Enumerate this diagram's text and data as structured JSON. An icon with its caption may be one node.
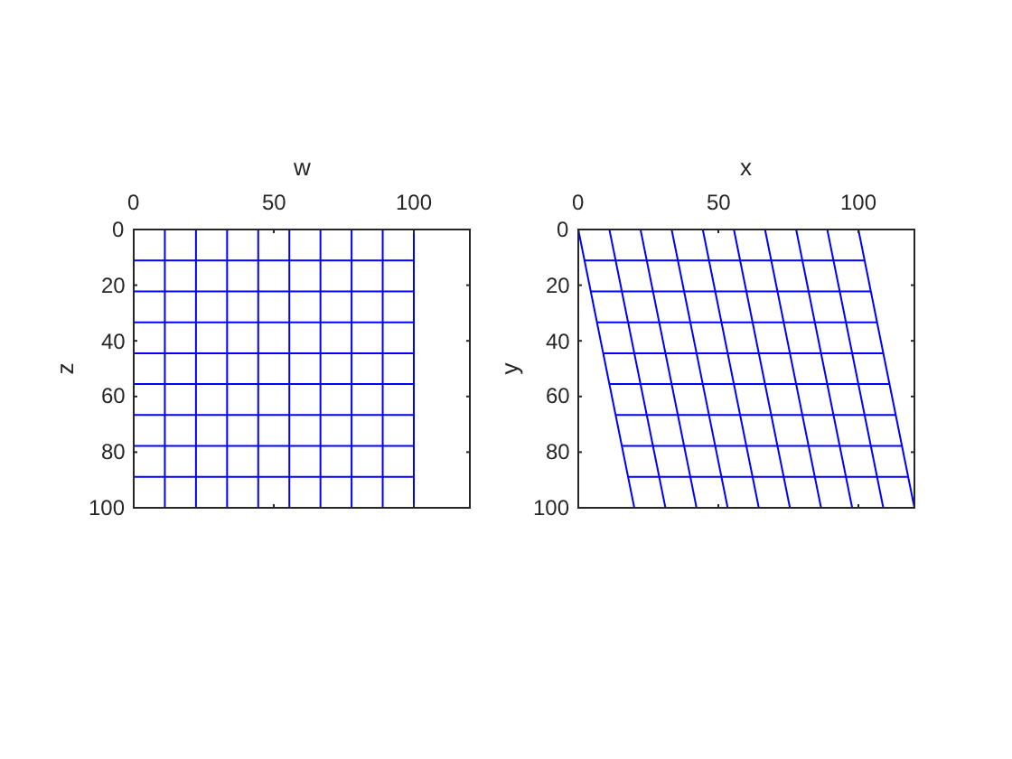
{
  "diagram": {
    "labels": [
      "w",
      "0",
      "50",
      "100",
      "0",
      "20",
      "40",
      "60",
      "80",
      "100",
      "z",
      "x",
      "0",
      "50",
      "100",
      "0",
      "20",
      "40",
      "60",
      "80",
      "100",
      "y"
    ]
  }
}
